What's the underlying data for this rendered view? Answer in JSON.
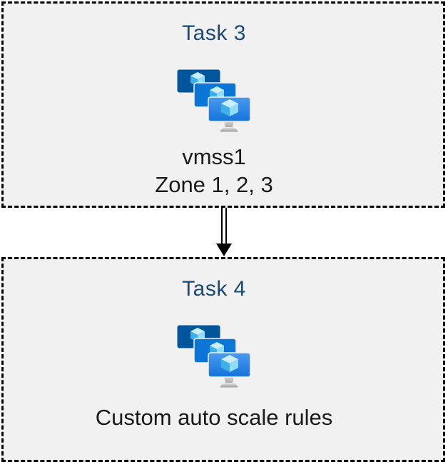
{
  "diagram": {
    "background": "#ffffff",
    "box_fill": "#f1f1f1",
    "box_border_color": "#000000",
    "title_color": "#1a4a73",
    "text_color": "#1a1a1a"
  },
  "tasks": [
    {
      "title": "Task 3",
      "label_lines": [
        "vmss1",
        "Zone 1, 2, 3"
      ],
      "icon": "vm-scale-sets-icon"
    },
    {
      "title": "Task 4",
      "label_lines": [
        "Custom auto scale rules"
      ],
      "icon": "vm-scale-sets-icon"
    }
  ],
  "connector": {
    "style": "double-line-arrow",
    "direction": "down",
    "color": "#000000"
  },
  "icon_colors": {
    "monitor_back": "#00559b",
    "monitor_middle": "#0c76d6",
    "monitor_front_gradient_top": "#4a9af0",
    "monitor_front_gradient_bottom": "#1573da",
    "cube_top": "#cbeefc",
    "cube_left": "#3fafea",
    "cube_right": "#91dcf8",
    "stand_light": "#ededed",
    "stand_dark": "#9b9b9b"
  }
}
